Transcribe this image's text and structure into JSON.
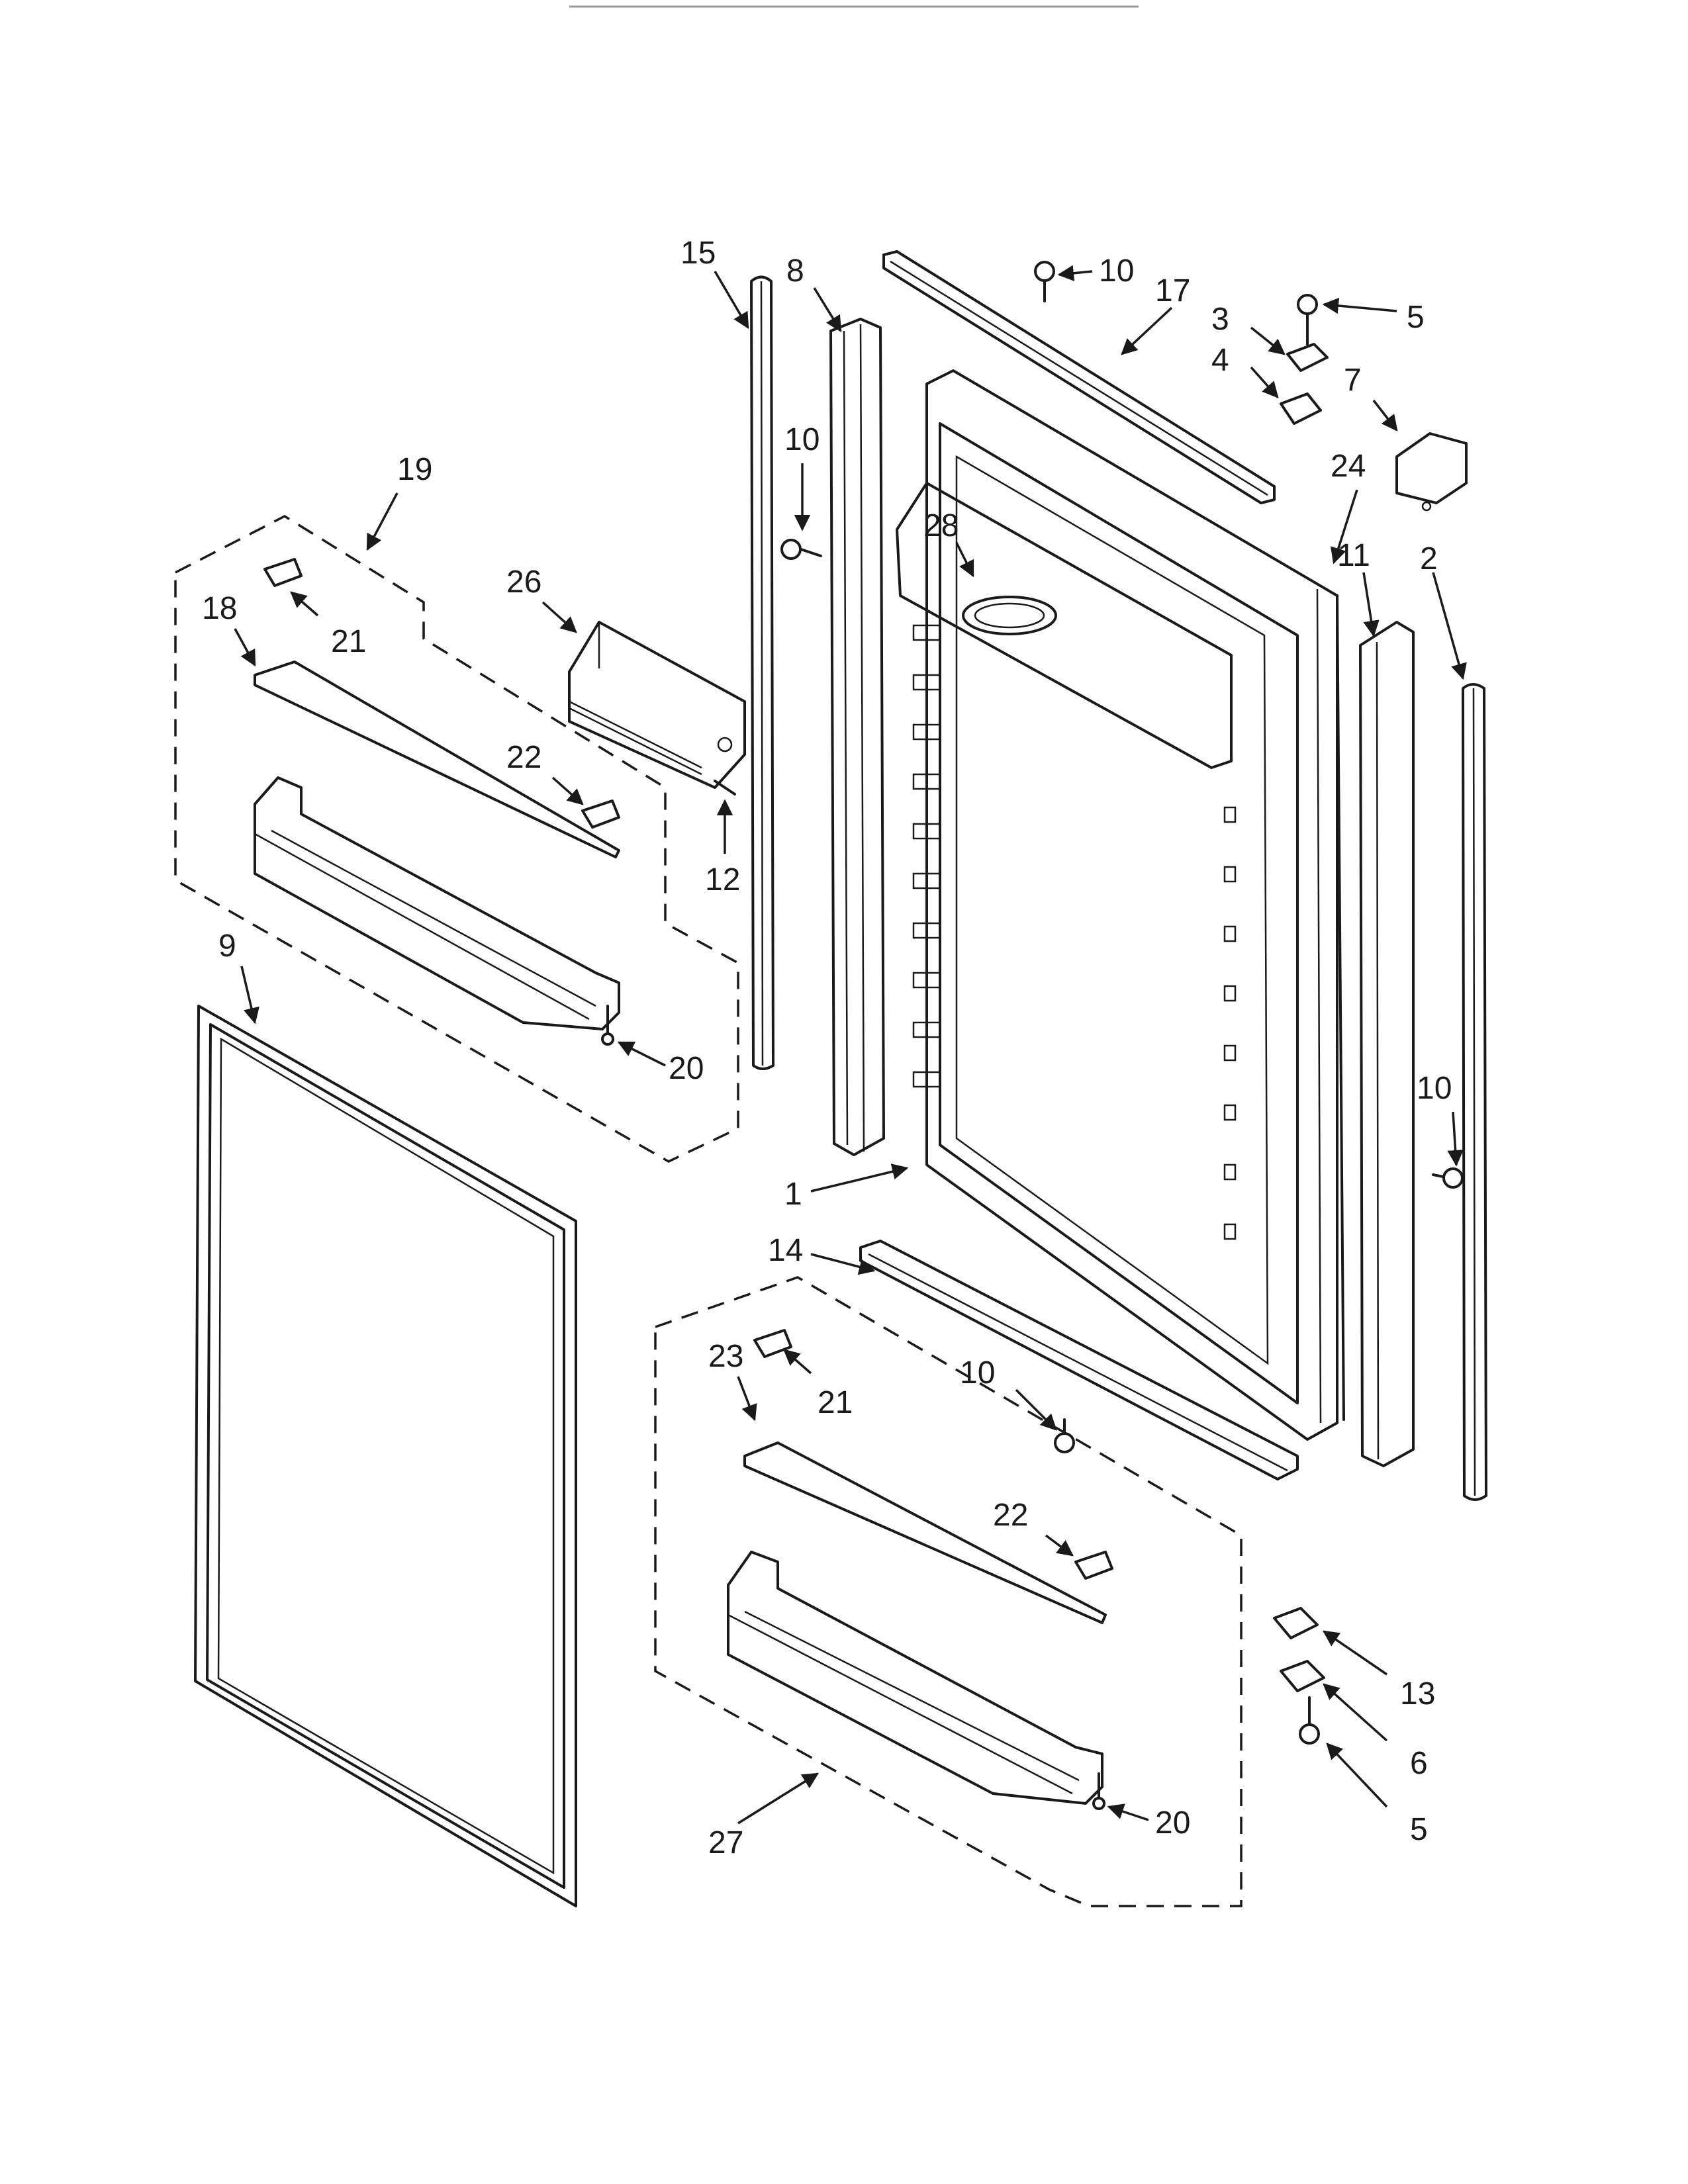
{
  "diagram": {
    "callouts": [
      {
        "id": "c15",
        "label": "15"
      },
      {
        "id": "c8",
        "label": "8"
      },
      {
        "id": "c10a",
        "label": "10"
      },
      {
        "id": "c17",
        "label": "17"
      },
      {
        "id": "c5a",
        "label": "5"
      },
      {
        "id": "c3",
        "label": "3"
      },
      {
        "id": "c4",
        "label": "4"
      },
      {
        "id": "c7",
        "label": "7"
      },
      {
        "id": "c10b",
        "label": "10"
      },
      {
        "id": "c19",
        "label": "19"
      },
      {
        "id": "c28",
        "label": "28"
      },
      {
        "id": "c24",
        "label": "24"
      },
      {
        "id": "c11",
        "label": "11"
      },
      {
        "id": "c2",
        "label": "2"
      },
      {
        "id": "c26",
        "label": "26"
      },
      {
        "id": "c18",
        "label": "18"
      },
      {
        "id": "c21a",
        "label": "21"
      },
      {
        "id": "c22a",
        "label": "22"
      },
      {
        "id": "c12",
        "label": "12"
      },
      {
        "id": "c9",
        "label": "9"
      },
      {
        "id": "c20a",
        "label": "20"
      },
      {
        "id": "c10c",
        "label": "10"
      },
      {
        "id": "c1",
        "label": "1"
      },
      {
        "id": "c14",
        "label": "14"
      },
      {
        "id": "c23",
        "label": "23"
      },
      {
        "id": "c21b",
        "label": "21"
      },
      {
        "id": "c10d",
        "label": "10"
      },
      {
        "id": "c22b",
        "label": "22"
      },
      {
        "id": "c13",
        "label": "13"
      },
      {
        "id": "c6",
        "label": "6"
      },
      {
        "id": "c5b",
        "label": "5"
      },
      {
        "id": "c27",
        "label": "27"
      },
      {
        "id": "c20b",
        "label": "20"
      }
    ]
  }
}
